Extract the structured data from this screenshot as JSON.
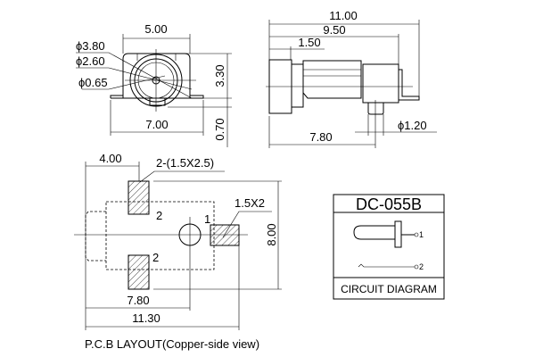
{
  "front_view": {
    "width_top": "5.00",
    "width_bottom": "7.00",
    "height": "3.30",
    "tab": "0.70",
    "dia_outer": "ϕ3.80",
    "dia_mid": "ϕ2.60",
    "dia_pin": "ϕ0.65"
  },
  "side_view": {
    "total": "11.00",
    "body": "9.50",
    "flange": "1.50",
    "pin_pos": "7.80",
    "pin_dia": "ϕ1.20"
  },
  "pcb": {
    "pad_x": "4.00",
    "pads2": "2-(1.5X2.5)",
    "pad1": "1.5X2",
    "height": "8.00",
    "hole_pos": "7.80",
    "total": "11.30",
    "label_2a": "2",
    "label_2b": "2",
    "label_1": "1",
    "caption": "P.C.B LAYOUT(Copper-side view)"
  },
  "circuit": {
    "title": "DC-055B",
    "pin1": "1",
    "pin2": "2",
    "caption": "CIRCUIT DIAGRAM"
  }
}
